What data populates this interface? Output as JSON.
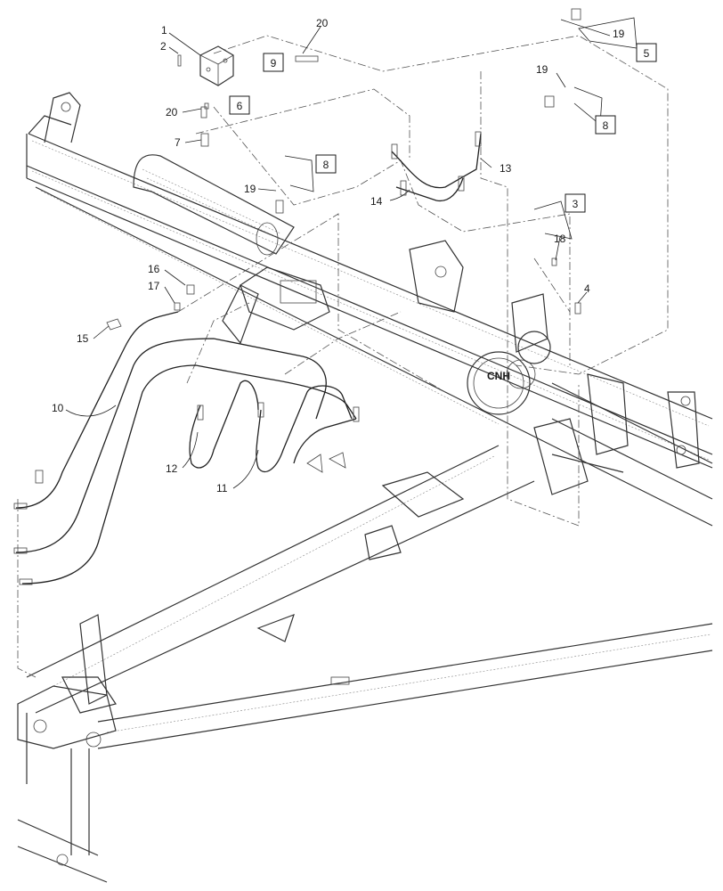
{
  "callouts": {
    "c1": "1",
    "c2": "2",
    "c3": "3",
    "c4": "4",
    "c5": "5",
    "c6": "6",
    "c7": "7",
    "c8a": "8",
    "c8b": "8",
    "c9": "9",
    "c10": "10",
    "c11": "11",
    "c12": "12",
    "c13": "13",
    "c14": "14",
    "c15": "15",
    "c16": "16",
    "c17": "17",
    "c18": "18",
    "c19a": "19",
    "c19b": "19",
    "c19c": "19",
    "c20a": "20",
    "c20b": "20"
  },
  "hub_text": "CNH"
}
